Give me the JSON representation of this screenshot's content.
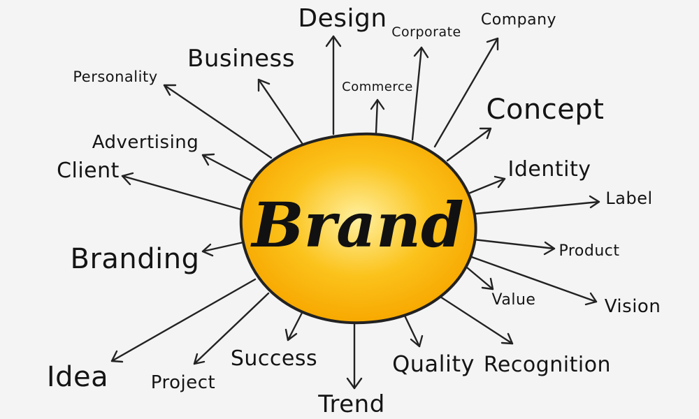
{
  "center": {
    "label": "Brand",
    "fill": "#f7a800",
    "fill_light": "#fff0a0",
    "outline": "#222222"
  },
  "terms": [
    {
      "id": "design",
      "label": "Design"
    },
    {
      "id": "corporate",
      "label": "Corporate"
    },
    {
      "id": "company",
      "label": "Company"
    },
    {
      "id": "business",
      "label": "Business"
    },
    {
      "id": "personality",
      "label": "Personality"
    },
    {
      "id": "commerce",
      "label": "Commerce"
    },
    {
      "id": "concept",
      "label": "Concept"
    },
    {
      "id": "advertising",
      "label": "Advertising"
    },
    {
      "id": "client",
      "label": "Client"
    },
    {
      "id": "identity",
      "label": "Identity"
    },
    {
      "id": "label",
      "label": "Label"
    },
    {
      "id": "product",
      "label": "Product"
    },
    {
      "id": "branding",
      "label": "Branding"
    },
    {
      "id": "value",
      "label": "Value"
    },
    {
      "id": "vision",
      "label": "Vision"
    },
    {
      "id": "idea",
      "label": "Idea"
    },
    {
      "id": "project",
      "label": "Project"
    },
    {
      "id": "success",
      "label": "Success"
    },
    {
      "id": "quality",
      "label": "Quality"
    },
    {
      "id": "recognition",
      "label": "Recognition"
    },
    {
      "id": "trend",
      "label": "Trend"
    }
  ]
}
